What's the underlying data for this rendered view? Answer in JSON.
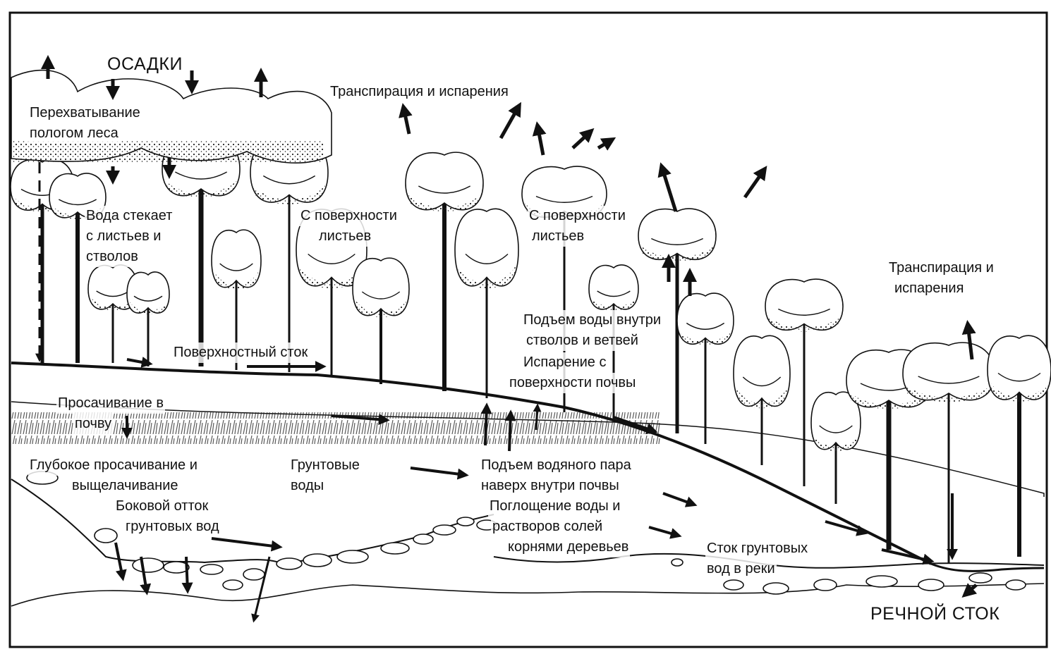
{
  "colors": {
    "ink": "#111111",
    "paper": "#ffffff",
    "stipple": "#222222"
  },
  "labels": {
    "precipitation": "ОСАДКИ",
    "interception_1": "Перехватывание",
    "interception_2": "пологом леса",
    "transpiration_top": "Транспирация и испарения",
    "stemflow_1": "Вода стекает",
    "stemflow_2": "с листьев и",
    "stemflow_3": "стволов",
    "leaf_surface_a_1": "С поверхности",
    "leaf_surface_a_2": "листьев",
    "leaf_surface_b_1": "С поверхности",
    "leaf_surface_b_2": "листьев",
    "transpiration_right_1": "Транспирация и",
    "transpiration_right_2": "испарения",
    "rise_in_trunks_1": "Подъем воды внутри",
    "rise_in_trunks_2": "стволов и ветвей",
    "surface_runoff": "Поверхностный сток",
    "soil_evaporation_1": "Испарение с",
    "soil_evaporation_2": "поверхности почвы",
    "infiltration_1": "Просачивание в",
    "infiltration_2": "почву",
    "deep_percolation_1": "Глубокое просачивание и",
    "deep_percolation_2": "выщелачивание",
    "groundwater_1": "Грунтовые",
    "groundwater_2": "воды",
    "vapor_rise_1": "Подъем водяного пара",
    "vapor_rise_2": "наверх внутри почвы",
    "lateral_outflow_1": "Боковой отток",
    "lateral_outflow_2": "грунтовых вод",
    "root_uptake_1": "Поглощение воды и",
    "root_uptake_2": "растворов солей",
    "root_uptake_3": "корнями деревьев",
    "groundwater_to_river_1": "Сток грунтовых",
    "groundwater_to_river_2": "вод в реки",
    "river_runoff": "РЕЧНОЙ СТОК"
  },
  "arrow_icons": [
    "arrow-up-icon",
    "arrow-down-icon",
    "arrow-right-icon"
  ]
}
